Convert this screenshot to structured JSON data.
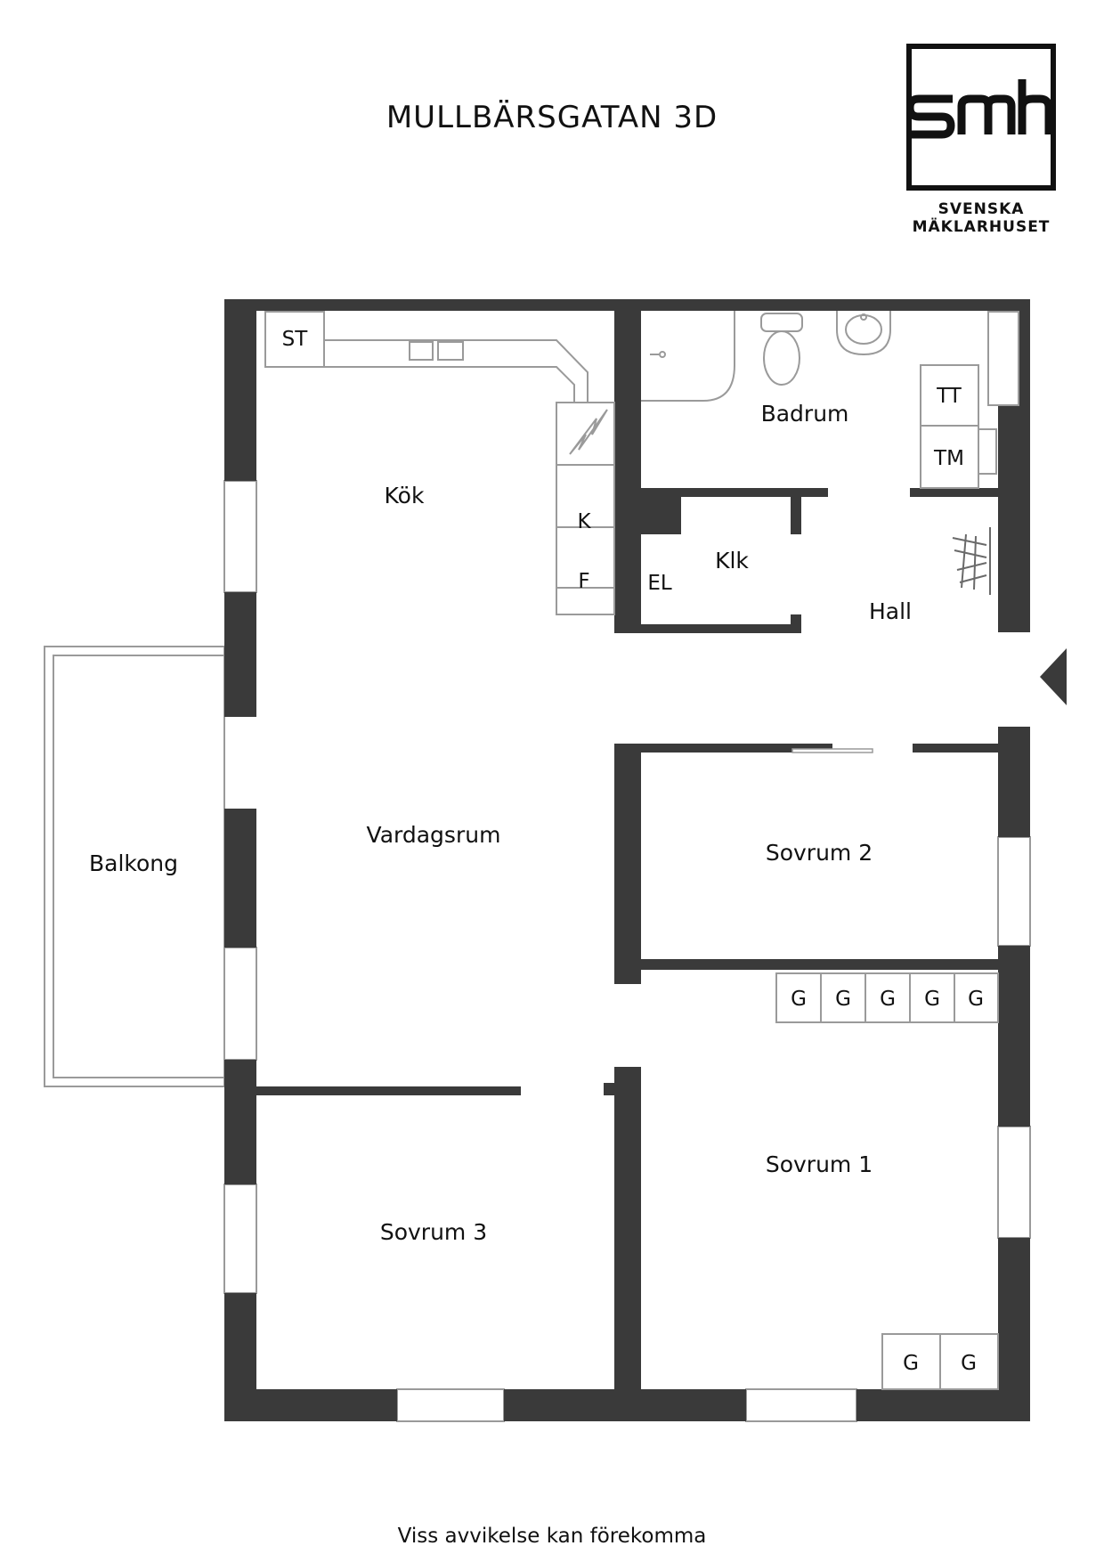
{
  "title": "MULLBÄRSGATAN 3D",
  "logo": {
    "mark": "smh",
    "line1": "SVENSKA",
    "line2": "MÄKLARHUSET"
  },
  "footer": "Viss avvikelse kan förekomma",
  "colors": {
    "wall": "#3a3a3a",
    "fixture_line": "#9a9a9a",
    "text": "#111111"
  },
  "rooms": {
    "kok": "Kök",
    "badrum": "Badrum",
    "klk": "Klk",
    "hall": "Hall",
    "vardagsrum": "Vardagsrum",
    "balkong": "Balkong",
    "sovrum2": "Sovrum 2",
    "sovrum1": "Sovrum 1",
    "sovrum3": "Sovrum 3"
  },
  "fixtures": {
    "st": "ST",
    "k": "K",
    "f": "F",
    "el": "EL",
    "tt": "TT",
    "tm": "TM",
    "wardrobe_row": [
      "G",
      "G",
      "G",
      "G",
      "G"
    ],
    "wardrobe_pair": [
      "G",
      "G"
    ]
  },
  "icons": {
    "entrance": "entrance-arrow-icon",
    "toilet": "toilet-icon",
    "sink": "sink-icon"
  }
}
